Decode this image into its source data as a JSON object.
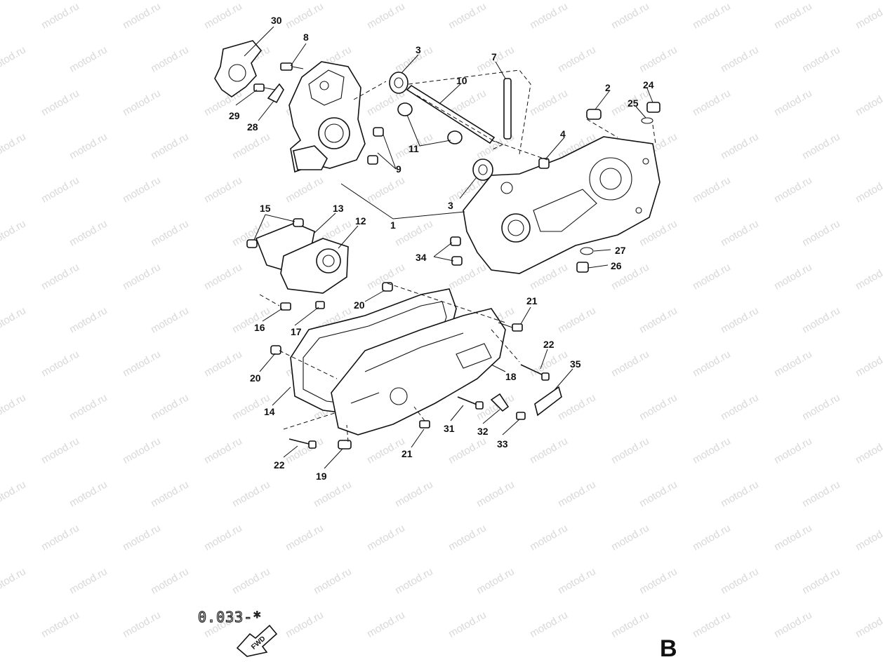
{
  "diagram": {
    "watermark_text": "motod.ru",
    "page_code": "0.033-*",
    "section_letter": "B",
    "fwd_badge_label": "FWD",
    "callouts": [
      "1",
      "2",
      "3",
      "3",
      "4",
      "7",
      "8",
      "9",
      "10",
      "11",
      "12",
      "13",
      "14",
      "15",
      "16",
      "17",
      "18",
      "19",
      "20",
      "20",
      "21",
      "21",
      "22",
      "22",
      "24",
      "25",
      "26",
      "27",
      "28",
      "29",
      "30",
      "31",
      "32",
      "33",
      "34",
      "35"
    ]
  }
}
